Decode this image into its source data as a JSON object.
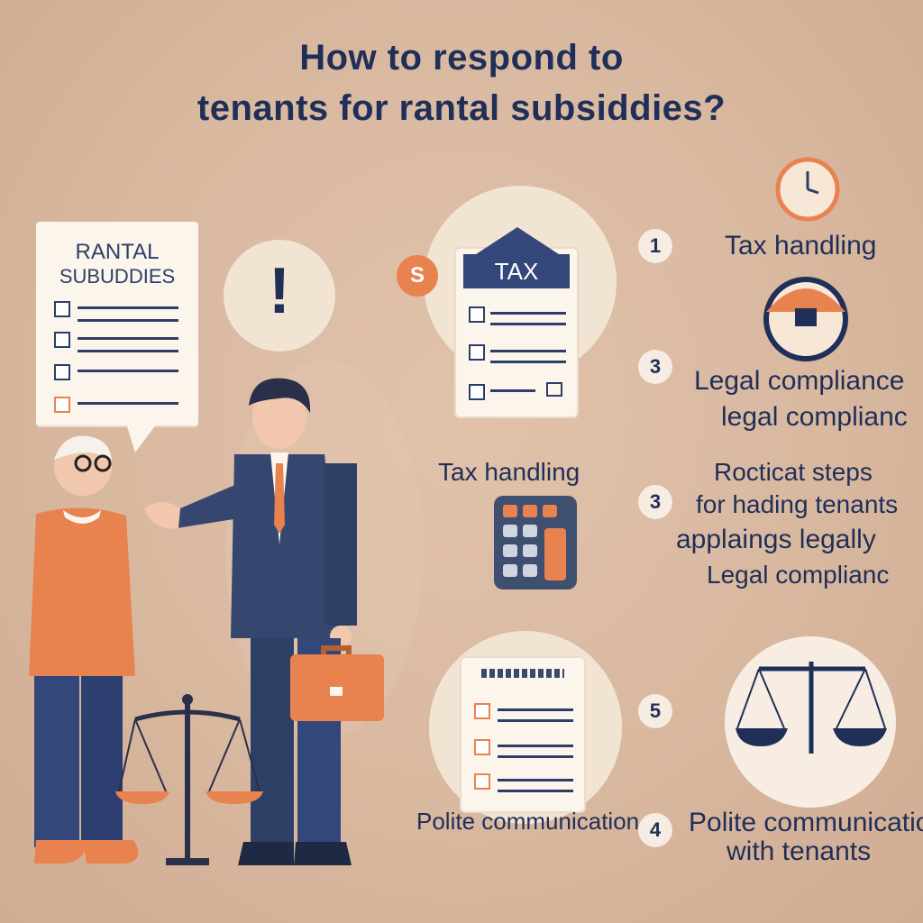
{
  "title": {
    "line1": "How to respond to",
    "line2": "tenants for rantal subsiddies?"
  },
  "speech_doc": {
    "line1": "RANTAL",
    "line2": "SUBUDDIES"
  },
  "tax_doc": {
    "label": "TAX"
  },
  "coin_symbol": "S",
  "alert_symbol": "!",
  "steps": [
    {
      "number": "1",
      "label": "Tax handling"
    },
    {
      "number": "3",
      "label_line1": "Legal compliance",
      "label_line2": "legal complianc"
    },
    {
      "number": "3",
      "label_line1": "Rocticat steps",
      "label_line2": "for hading tenants",
      "label_line3": "applaings legally",
      "label_line4": "Legal complianc"
    },
    {
      "number": "5"
    },
    {
      "number": "4",
      "label": "Polite communication"
    }
  ],
  "mid_label": "Tax handling",
  "bottom_right": {
    "line1": "Polite communicatio",
    "line2": "with tenants"
  },
  "colors": {
    "background": "#d9b8a0",
    "navy": "#1f2f57",
    "orange": "#e8834f",
    "cream": "#f2e4d3"
  }
}
